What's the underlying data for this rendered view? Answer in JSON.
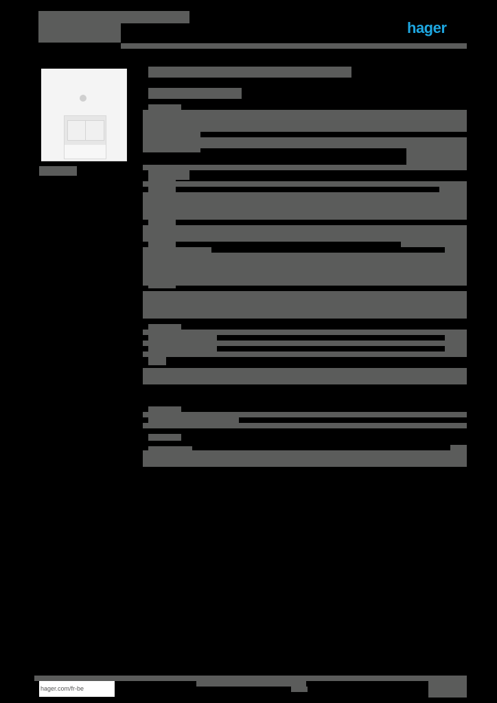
{
  "document": {
    "type": "product-datasheet",
    "brand": {
      "logo_text": "hager",
      "logo_color": "#1ea7e1"
    },
    "colors": {
      "text_block": "#5b5c5b",
      "background": "#000000"
    },
    "header": {
      "title_redacted": true
    },
    "product_image": {
      "alt": "white data socket cover plate with RJ45 openings"
    },
    "footer": {
      "website": "hager.com/fr-be"
    }
  }
}
